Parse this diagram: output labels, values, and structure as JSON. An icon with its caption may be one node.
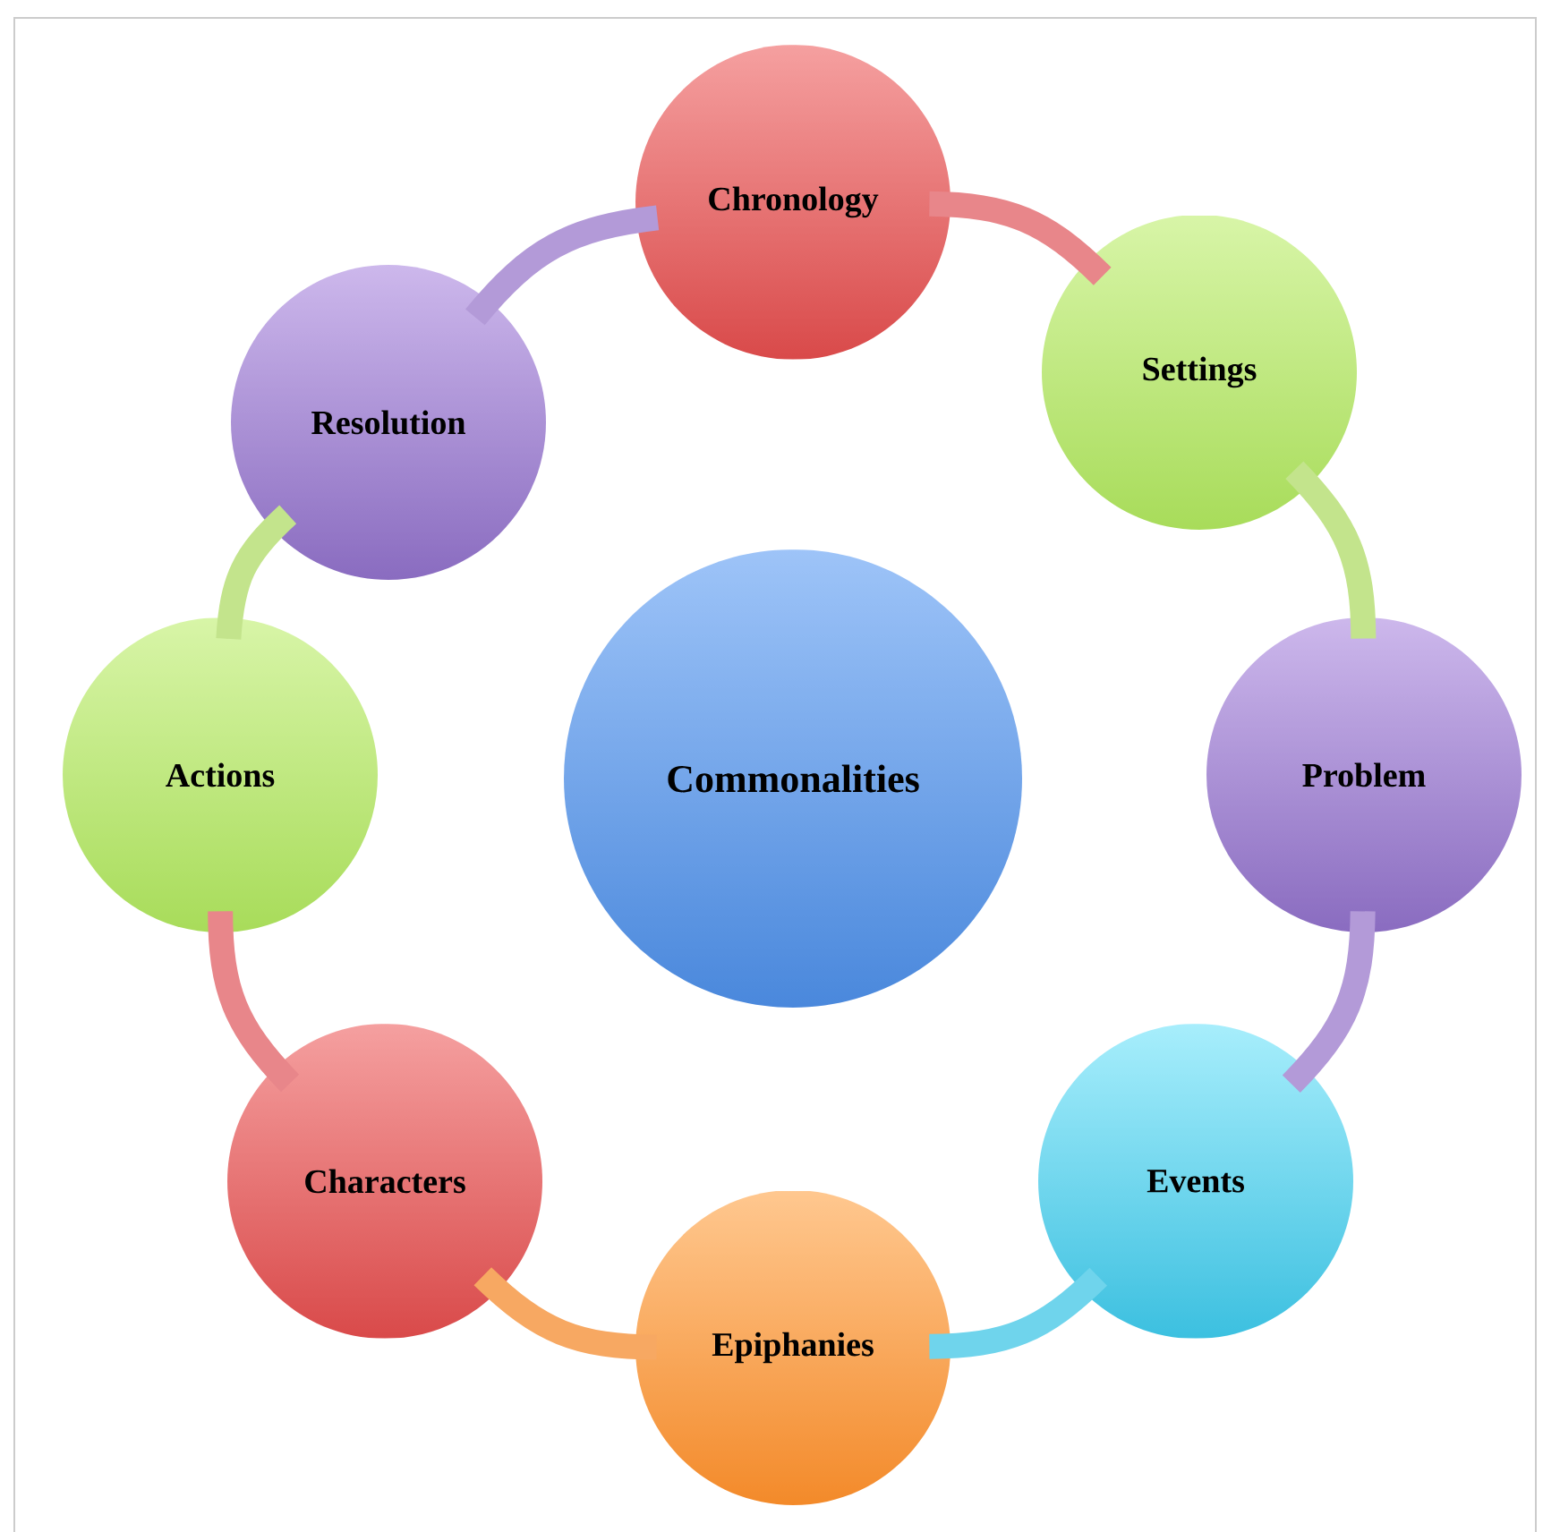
{
  "diagram": {
    "nodes": [
      {
        "text": [
          "Chronology"
        ]
      },
      {
        "text": [
          "Settings"
        ]
      },
      {
        "text": [
          "Problem"
        ]
      },
      {
        "text": [
          "Events"
        ]
      },
      {
        "text": [
          "Epiphanies"
        ]
      },
      {
        "text": [
          "Characters"
        ]
      },
      {
        "text": [
          "Actions"
        ]
      },
      {
        "text": [
          "Resolution"
        ]
      },
      {
        "text": [
          "Commonalities"
        ]
      }
    ],
    "edges": [
      {
        "from": 0,
        "to": 1,
        "arrow": "none",
        "color": "#e8868a"
      },
      {
        "from": 1,
        "to": 2,
        "arrow": "none",
        "color": "#c3e48c"
      },
      {
        "from": 2,
        "to": 3,
        "arrow": "none",
        "color": "#b39ad8"
      },
      {
        "from": 3,
        "to": 4,
        "arrow": "none",
        "color": "#6fd4ec"
      },
      {
        "from": 4,
        "to": 5,
        "arrow": "none",
        "color": "#f7a862"
      },
      {
        "from": 5,
        "to": 6,
        "arrow": "none",
        "color": "#e8868a"
      },
      {
        "from": 6,
        "to": 7,
        "arrow": "none",
        "color": "#c3e48c"
      },
      {
        "from": 7,
        "to": 0,
        "arrow": "none",
        "color": "#b39ad8"
      }
    ]
  }
}
